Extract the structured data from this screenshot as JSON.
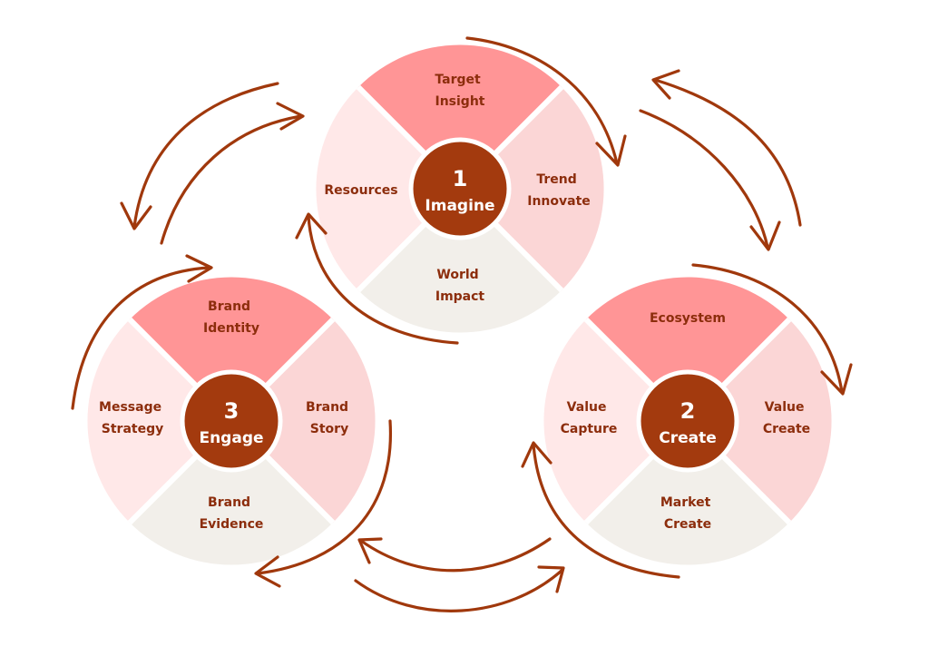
{
  "colors": {
    "top_quadrant": "#ff9596",
    "right_quadrant": "#fbd6d6",
    "left_quadrant": "#ffe8e8",
    "bottom_quadrant": "#f2efea",
    "center": "#a33a0e",
    "label_text": "#8c2d0c",
    "arrow": "#a0380c"
  },
  "cycles": [
    {
      "id": "imagine",
      "number": "1",
      "name": "Imagine",
      "top": [
        "Target",
        "Insight"
      ],
      "right": [
        "Trend",
        "Innovate"
      ],
      "bottom": [
        "World",
        "Impact"
      ],
      "left": [
        "Resources"
      ]
    },
    {
      "id": "create",
      "number": "2",
      "name": "Create",
      "top": [
        "Ecosystem"
      ],
      "right": [
        "Value",
        "Create"
      ],
      "bottom": [
        "Market",
        "Create"
      ],
      "left": [
        "Value",
        "Capture"
      ]
    },
    {
      "id": "engage",
      "number": "3",
      "name": "Engage",
      "top": [
        "Brand",
        "Identity"
      ],
      "right": [
        "Brand",
        "Story"
      ],
      "bottom": [
        "Brand",
        "Evidence"
      ],
      "left": [
        "Message",
        "Strategy"
      ]
    }
  ]
}
